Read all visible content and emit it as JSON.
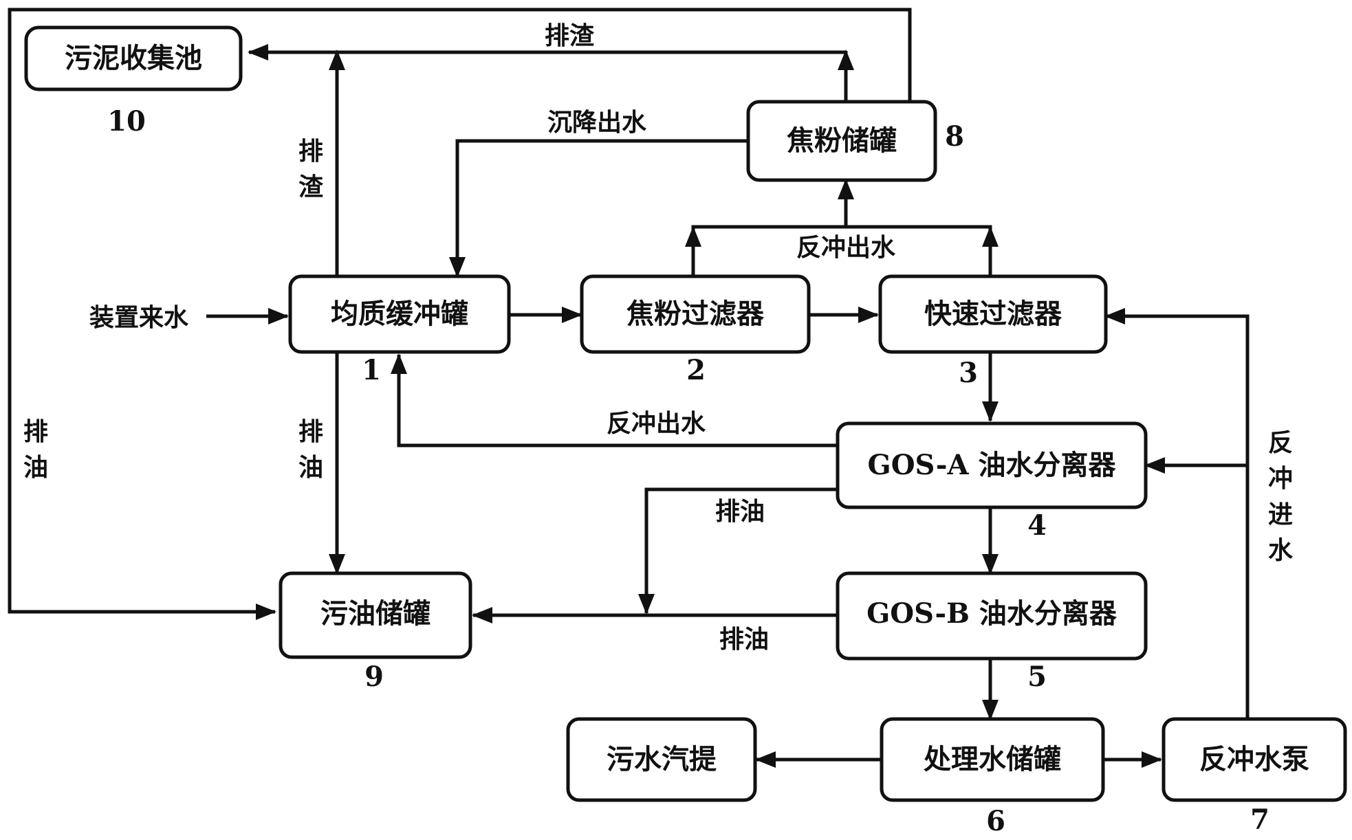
{
  "boxes": {
    "b1": {
      "label": "均质缓冲罐",
      "number": "1"
    },
    "b2": {
      "label": "焦粉过滤器",
      "number": "2"
    },
    "b3": {
      "label": "快速过滤器",
      "number": "3"
    },
    "b4": {
      "label": "GOS-A 油水分离器",
      "number": "4"
    },
    "b5": {
      "label": "GOS-B 油水分离器",
      "number": "5"
    },
    "b6": {
      "label": "处理水储罐",
      "number": "6"
    },
    "b7": {
      "label": "反冲水泵",
      "number": "7"
    },
    "b8": {
      "label": "焦粉储罐",
      "number": "8"
    },
    "b9": {
      "label": "污油储罐",
      "number": "9"
    },
    "b10": {
      "label": "污泥收集池",
      "number": "10"
    },
    "b11": {
      "label": "污水汽提"
    }
  },
  "flows": {
    "inlet": "装置来水",
    "top_slag": "排渣",
    "b1_slag": "排渣",
    "settle_water": "沉降出水",
    "backwash_out_top": "反冲出水",
    "backwash_out_mid": "反冲出水",
    "oil_left": "排油",
    "oil_b1": "排油",
    "oil_b4": "排油",
    "oil_b5": "排油",
    "backwash_in": "反冲进水"
  }
}
